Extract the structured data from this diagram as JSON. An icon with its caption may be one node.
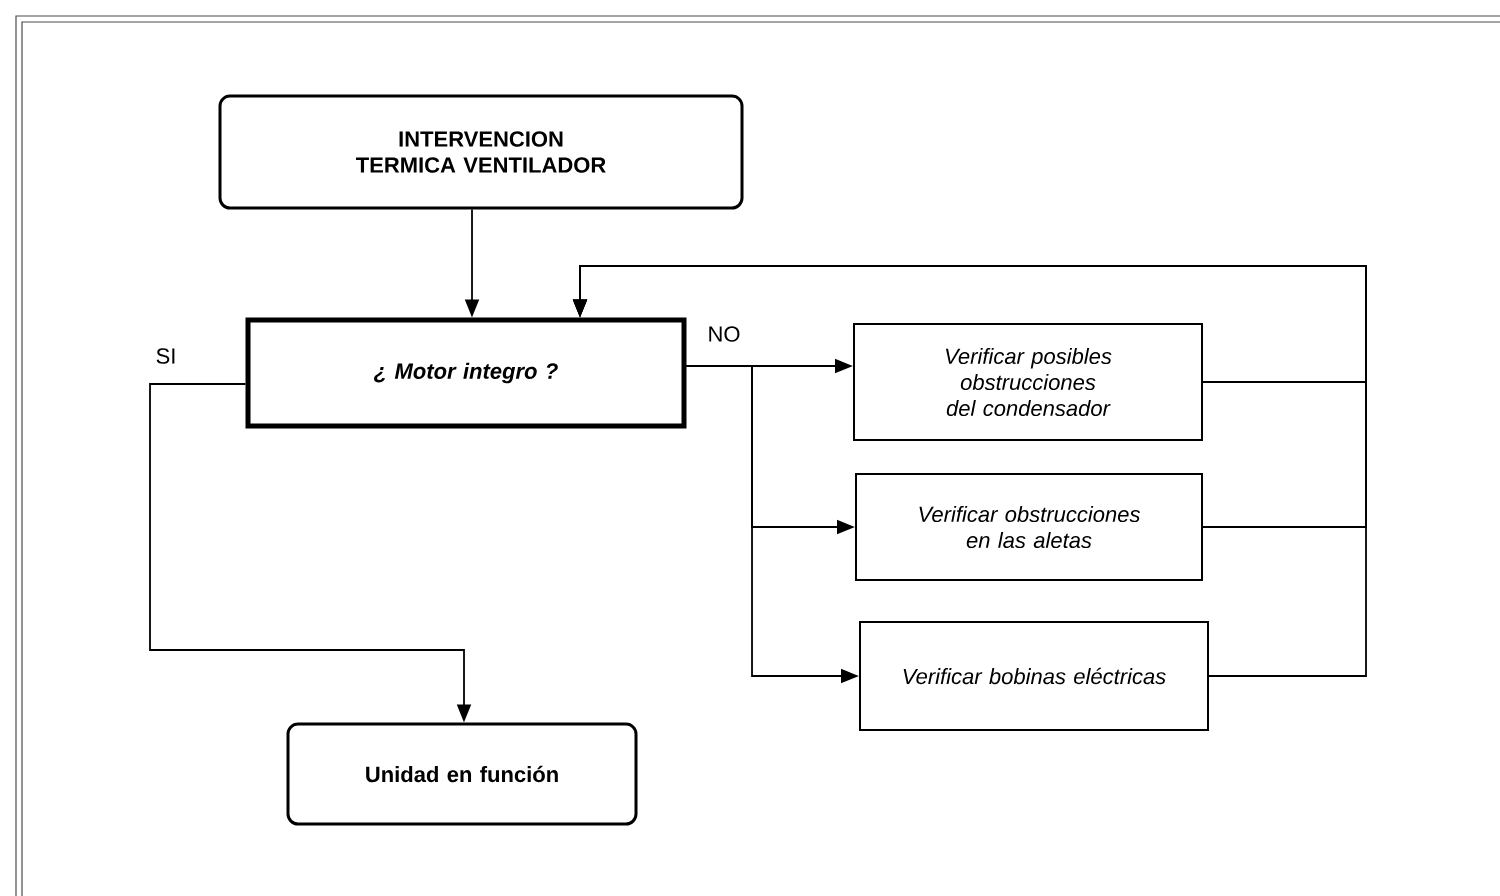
{
  "diagram": {
    "nodes": [
      {
        "text": [
          "INTERVENCION TERMICA VENTILADOR"
        ]
      },
      {
        "text": [
          "¿ Motor integro ?"
        ]
      },
      {
        "text": [
          "Verificar posibles obstrucciones del condensador"
        ]
      },
      {
        "text": [
          "Verificar obstrucciones en las aletas"
        ]
      },
      {
        "text": [
          "Verificar bobinas eléctricas"
        ]
      },
      {
        "text": [
          "Unidad en función"
        ]
      }
    ],
    "edges": [
      {
        "from": 0,
        "to": 1,
        "arrow": "to"
      },
      {
        "from": 1,
        "to": 2,
        "arrow": "to",
        "label": "NO"
      },
      {
        "from": 1,
        "to": 3,
        "arrow": "to"
      },
      {
        "from": 1,
        "to": 4,
        "arrow": "to"
      },
      {
        "from": 1,
        "to": 5,
        "arrow": "to",
        "label": "SI"
      },
      {
        "from": 2,
        "to": 1,
        "arrow": "to"
      },
      {
        "from": 3,
        "to": 1,
        "arrow": "to"
      },
      {
        "from": 4,
        "to": 1,
        "arrow": "to"
      }
    ]
  }
}
